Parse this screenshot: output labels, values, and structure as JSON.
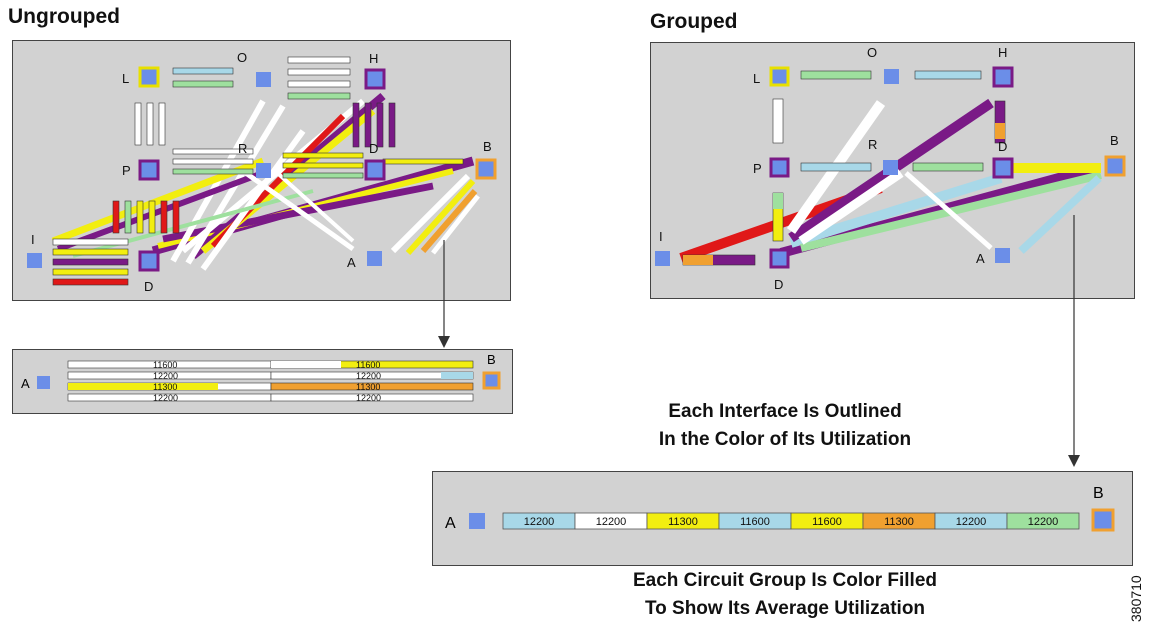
{
  "titles": {
    "ungrouped": "Ungrouped",
    "grouped": "Grouped"
  },
  "captions": {
    "interface_line1": "Each Interface Is Outlined",
    "interface_line2": "In the Color of Its Utilization",
    "group_line1": "Each Circuit Group Is Color Filled",
    "group_line2": "To Show Its Average Utilization"
  },
  "figure_id": "380710",
  "nodes": {
    "L": "L",
    "O": "O",
    "H": "H",
    "P": "P",
    "R": "R",
    "Dtop": "D",
    "B": "B",
    "I": "I",
    "D": "D",
    "A": "A"
  },
  "ungrouped_zoom": {
    "left": "A",
    "right": "B",
    "rows": [
      {
        "a": "11600",
        "b": "11600"
      },
      {
        "a": "12200",
        "b": "12200"
      },
      {
        "a": "11300",
        "b": "11300"
      },
      {
        "a": "12200",
        "b": "12200"
      }
    ]
  },
  "grouped_zoom": {
    "left": "A",
    "right": "B",
    "segments": [
      "12200",
      "12200",
      "11300",
      "11600",
      "11600",
      "11300",
      "12200",
      "12200"
    ]
  },
  "colors": {
    "node_fill": "#6b8ee8",
    "node_yellow": "#e8e000",
    "node_purple": "#7a1a86",
    "node_orange": "#f0a030",
    "util_purple": "#7a1a86",
    "util_red": "#e01818",
    "util_yellow": "#f2ee10",
    "util_orange": "#f0a030",
    "util_green": "#9ee09e",
    "util_blue": "#a8d8e8",
    "util_white": "#ffffff"
  }
}
